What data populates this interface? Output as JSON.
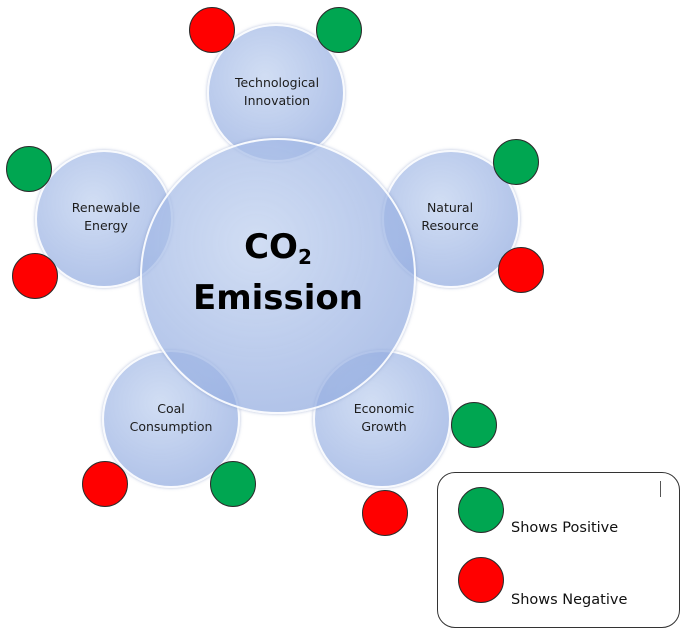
{
  "diagram": {
    "center": {
      "line1": "CO",
      "subscript": "2",
      "line2": "Emission"
    },
    "factors": {
      "technological_innovation": [
        "Technological",
        "Innovation"
      ],
      "natural_resource": [
        "Natural",
        "Resource"
      ],
      "economic_growth": [
        "Economic",
        "Growth"
      ],
      "coal_consumption": [
        "Coal",
        "Consumption"
      ],
      "renewable_energy": [
        "Renewable",
        "Energy"
      ]
    },
    "colors": {
      "positive": "#00a651",
      "negative": "#ff0000",
      "bubble": "#9fb5e4"
    }
  },
  "legend": {
    "positive_label": "Shows Positive",
    "negative_label": "Shows Negative"
  }
}
